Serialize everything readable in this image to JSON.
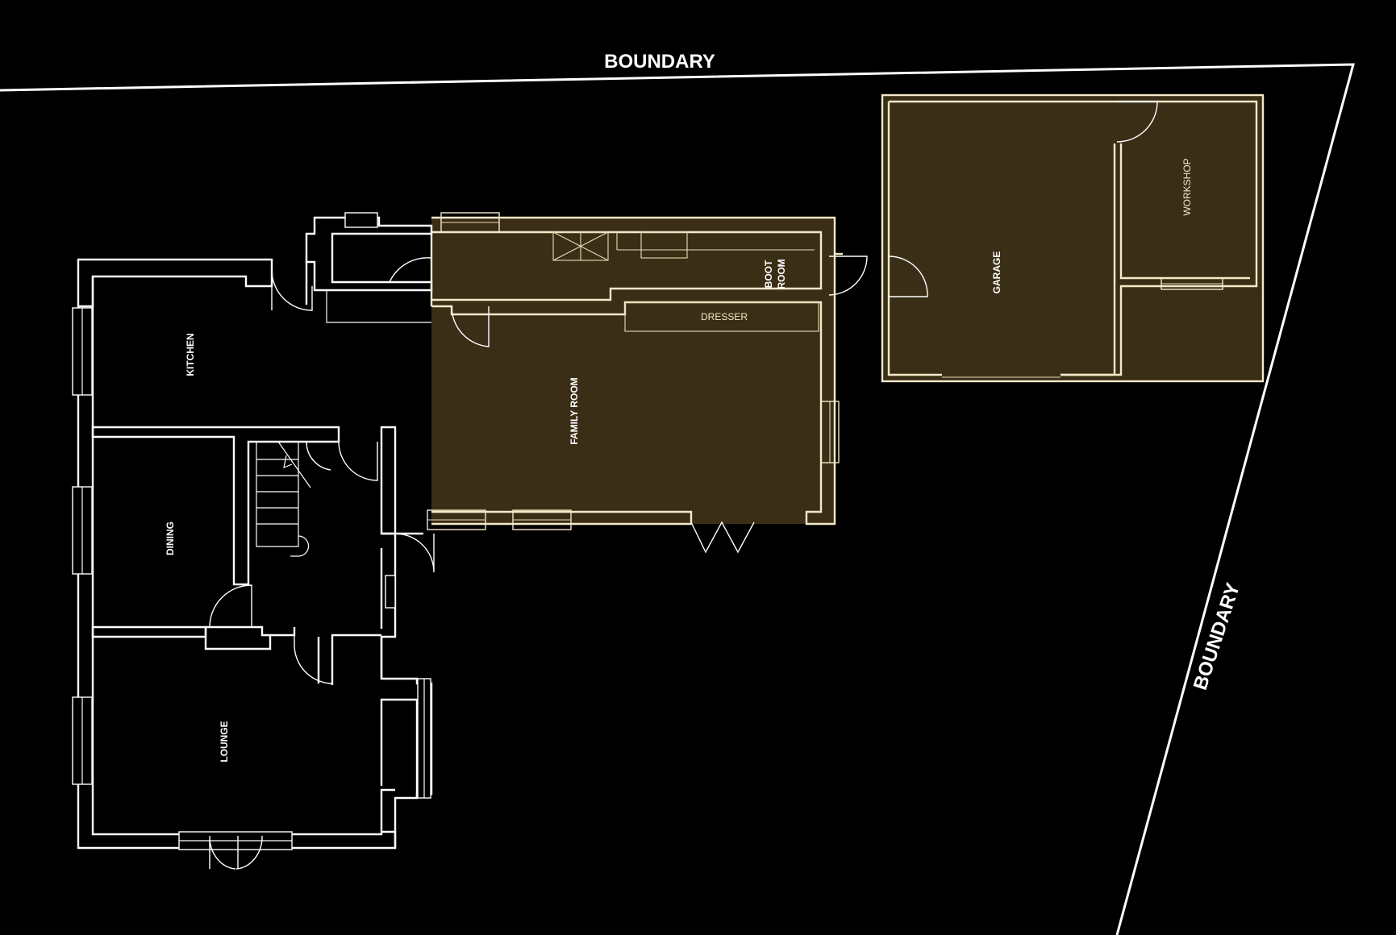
{
  "labels": {
    "boundary_top": "BOUNDARY",
    "boundary_right": "BOUNDARY",
    "kitchen": "KITCHEN",
    "dining": "DINING",
    "lounge": "LOUNGE",
    "family_room": "FAMILY ROOM",
    "boot_room_line1": "BOOT",
    "boot_room_line2": "ROOM",
    "dresser": "DRESSER",
    "garage": "GARAGE",
    "workshop": "WORKSHOP"
  },
  "colors": {
    "background": "#000000",
    "walls_existing": "#ffffff",
    "walls_proposed": "#f4e9c9",
    "proposed_fill": "#3b2e16"
  }
}
